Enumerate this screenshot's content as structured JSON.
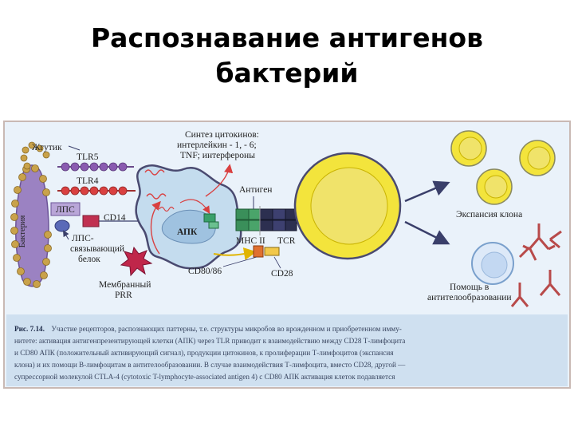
{
  "slide": {
    "title_line1": "Распознавание антигенов",
    "title_line2": "бактерий"
  },
  "diagram": {
    "bacterium_label": "Бактерия",
    "flagellum_label": "Жгутик",
    "tlr5_label": "TLR5",
    "tlr4_label": "TLR4",
    "lps_label": "ЛПС",
    "cd14_label": "CD14",
    "lbp_label_1": "ЛПС-",
    "lbp_label_2": "связывающий",
    "lbp_label_3": "белок",
    "membrane_prr_label_1": "Мембранный",
    "membrane_prr_label_2": "PRR",
    "apc_label": "АПК",
    "cytokines_line1": "Синтез цитокинов:",
    "cytokines_line2": "интерлейкин - 1, - 6;",
    "cytokines_line3": "TNF; интерфероны",
    "antigen_label": "Антиген",
    "mhc_label": "MHC II",
    "tcr_label": "TCR",
    "cd80_label": "CD80/86",
    "cd28_label": "CD28",
    "clone_label": "Экспансия клона",
    "help_line1": "Помощь в",
    "help_line2": "антителообразовании"
  },
  "caption": {
    "fig_label": "Рис. 7.14.",
    "line1": "Участие рецепторов, распознающих паттерны, т.е. структуры микробов во врожденном и приобретенном имму-",
    "line2": "нитете: активация антигенпрезентирующей клетки (АПК) через TLR приводит к взаимодействию между CD28 Т-лимфоцита",
    "line3": "и CD80 АПК (положительный активирующий сигнал), продукции цитокинов, к пролиферации Т-лимфоцитов (экспансия",
    "line4": "клона) и их помощи В-лимфоцитам в антителообразовании. В случае взаимодействия Т-лимфоцита, вместо CD28, другой —",
    "line5": "супрессорной молекулой CTLA-4 (cytotoxic T-lymphocyte-associated antigen 4) с CD80 АПК активация клеток подавляется"
  },
  "colors": {
    "panel_bg": "#eaf2fa",
    "panel_border": "#c9b9b4",
    "caption_bg": "#cfe0f0",
    "apc_fill": "#c4dcee",
    "tcell_fill": "#f4ee8a",
    "tcell_ring": "#f3e43c",
    "accent_red": "#d94040",
    "accent_purple": "#8a5bb0",
    "bead": "#c9a24a",
    "arrow": "#3a3f6a"
  }
}
